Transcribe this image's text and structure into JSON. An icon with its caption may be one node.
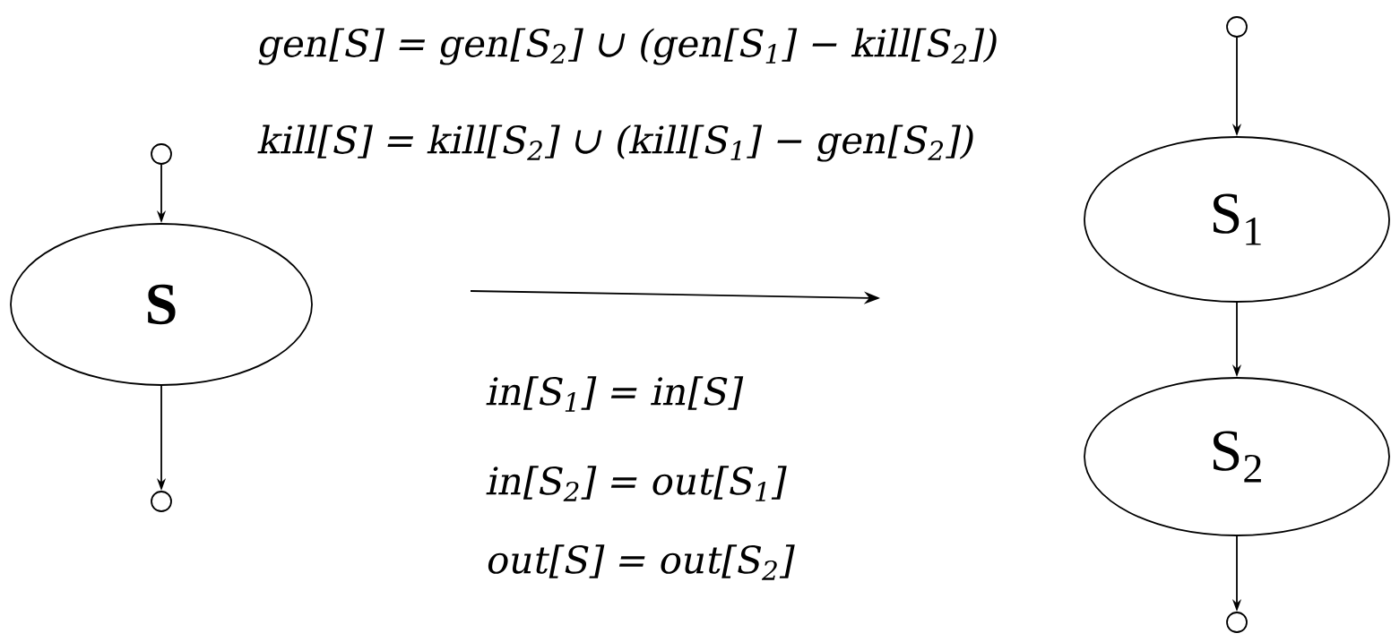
{
  "diagram": {
    "nodes": [
      {
        "text": [],
        "shape": "circle"
      },
      {
        "text": [
          "S"
        ]
      },
      {
        "text": [],
        "shape": "circle"
      },
      {
        "text": [],
        "shape": "circle"
      },
      {
        "text": [
          "S$_{1}$"
        ]
      },
      {
        "text": [
          "S$_{2}$"
        ]
      },
      {
        "text": [],
        "shape": "circle"
      }
    ],
    "edges": [
      {
        "from": 0,
        "to": 1,
        "arrow": "to"
      },
      {
        "from": 1,
        "to": 2,
        "arrow": "to"
      },
      {
        "from": 3,
        "to": 4,
        "arrow": "to"
      },
      {
        "from": 4,
        "to": 5,
        "arrow": "to"
      },
      {
        "from": 5,
        "to": 6,
        "arrow": "to"
      }
    ],
    "labels": [
      "gen[S] = gen[S$_{2}$] ∪ (gen[S$_{1}$] − kill[S$_{2}$])",
      "kill[S] = kill[S$_{2}$] ∪ (kill[S$_{1}$] − gen[S$_{2}$])",
      "in[S$_{1}$] = in[S]",
      "in[S$_{2}$] = out[S$_{1}$]",
      "out[S] = out[S$_{2}$]"
    ]
  }
}
